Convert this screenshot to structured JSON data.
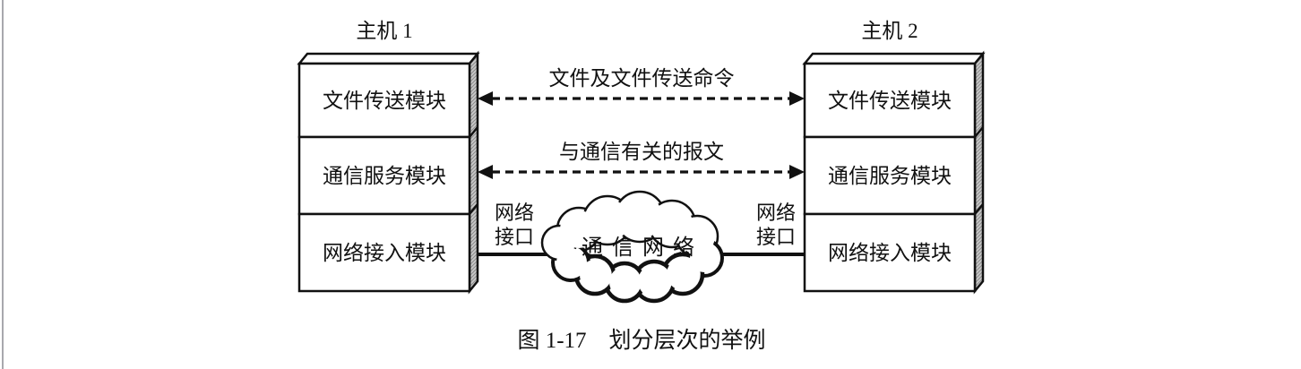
{
  "figure_caption": "图 1-17　划分层次的举例",
  "hosts": {
    "host1": {
      "title": "主机 1",
      "modules": [
        "文件传送模块",
        "通信服务模块",
        "网络接入模块"
      ]
    },
    "host2": {
      "title": "主机 2",
      "modules": [
        "文件传送模块",
        "通信服务模块",
        "网络接入模块"
      ]
    }
  },
  "links": {
    "file_exchange_label": "文件及文件传送命令",
    "message_exchange_label": "与通信有关的报文"
  },
  "network": {
    "cloud_label": "通信网络",
    "left_interface": {
      "line1": "网络",
      "line2": "接口"
    },
    "right_interface": {
      "line1": "网络",
      "line2": "接口"
    }
  },
  "colors": {
    "ink": "#111111",
    "side_shade_bg": "#c9c9c9",
    "side_shade_line": "#8a8a8a",
    "page_border": "#a8a8ad",
    "background": "#ffffff"
  }
}
